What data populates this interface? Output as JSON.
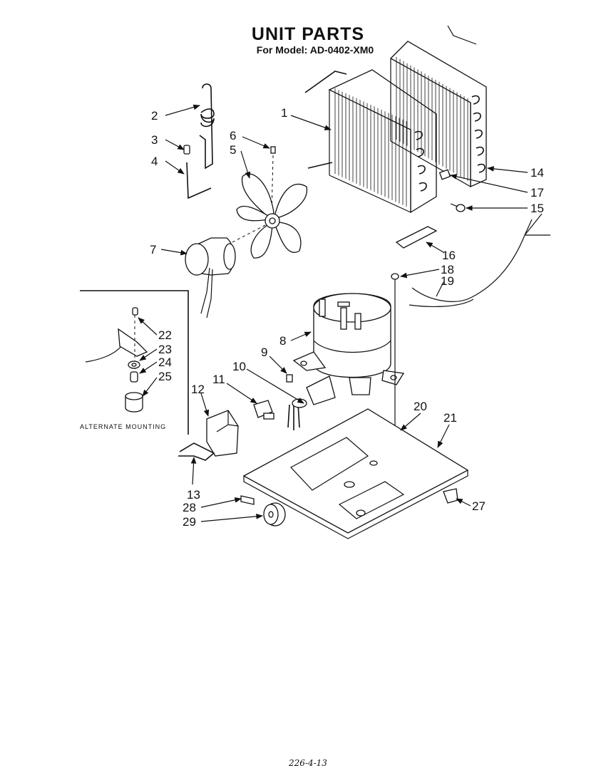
{
  "title": "UNIT PARTS",
  "subtitle": "For Model: AD-0402-XM0",
  "footer_code": "226-4-13",
  "inset_caption": "ALTERNATE MOUNTING",
  "callouts": [
    {
      "id": "1",
      "label": "1"
    },
    {
      "id": "2",
      "label": "2"
    },
    {
      "id": "3",
      "label": "3"
    },
    {
      "id": "4",
      "label": "4"
    },
    {
      "id": "5",
      "label": "5"
    },
    {
      "id": "6",
      "label": "6"
    },
    {
      "id": "7",
      "label": "7"
    },
    {
      "id": "8",
      "label": "8"
    },
    {
      "id": "9",
      "label": "9"
    },
    {
      "id": "10",
      "label": "10"
    },
    {
      "id": "11",
      "label": "11"
    },
    {
      "id": "12",
      "label": "12"
    },
    {
      "id": "13",
      "label": "13"
    },
    {
      "id": "14",
      "label": "14"
    },
    {
      "id": "15",
      "label": "15"
    },
    {
      "id": "16",
      "label": "16"
    },
    {
      "id": "17",
      "label": "17"
    },
    {
      "id": "18",
      "label": "18"
    },
    {
      "id": "19",
      "label": "19"
    },
    {
      "id": "20",
      "label": "20"
    },
    {
      "id": "21",
      "label": "21"
    },
    {
      "id": "22",
      "label": "22"
    },
    {
      "id": "23",
      "label": "23"
    },
    {
      "id": "24",
      "label": "24"
    },
    {
      "id": "25",
      "label": "25"
    },
    {
      "id": "27",
      "label": "27"
    },
    {
      "id": "28",
      "label": "28"
    },
    {
      "id": "29",
      "label": "29"
    }
  ]
}
